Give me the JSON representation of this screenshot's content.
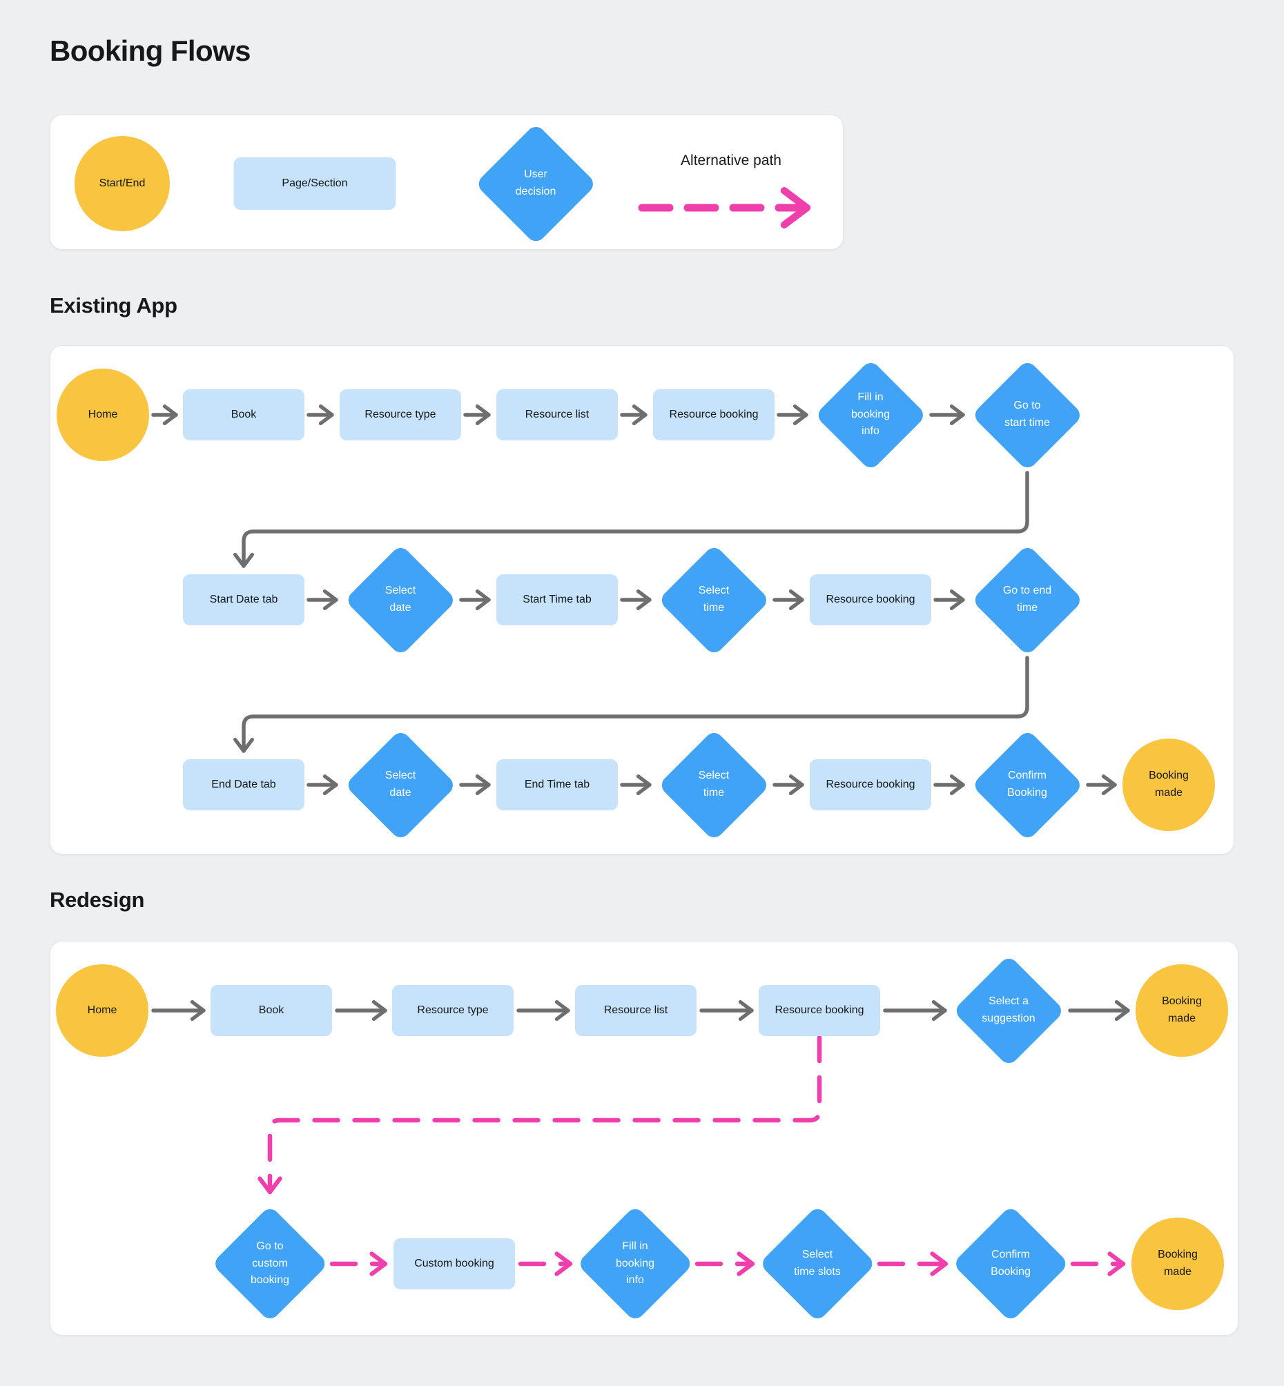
{
  "page": {
    "title": "Booking Flows"
  },
  "colors": {
    "background": "#EDEFF1",
    "card": "#FFFFFF",
    "card_border": "#E4E6E9",
    "box_fill": "#C6E3FB",
    "diamond_fill": "#41A3F6",
    "circle_fill": "#F9C440",
    "arrow_gray": "#6E6E6E",
    "alt_pink": "#EF3FAC",
    "text_dark": "#17181A",
    "text_light": "#FFFFFF"
  },
  "legend": {
    "start_end": "Start/End",
    "page_section": "Page/Section",
    "user_decision": "User\ndecision",
    "alt_path": "Alternative path"
  },
  "existing": {
    "heading": "Existing App",
    "nodes": {
      "home": "Home",
      "book": "Book",
      "resource_type": "Resource type",
      "resource_list": "Resource list",
      "resource_booking_1": "Resource booking",
      "fill_in_booking_info": "Fill in\nbooking\ninfo",
      "go_to_start_time": "Go to\nstart time",
      "start_date_tab": "Start Date tab",
      "select_date_1": "Select\ndate",
      "start_time_tab": "Start Time tab",
      "select_time_1": "Select\ntime",
      "resource_booking_2": "Resource booking",
      "go_to_end_time": "Go to end\ntime",
      "end_date_tab": "End Date tab",
      "select_date_2": "Select\ndate",
      "end_time_tab": "End Time tab",
      "select_time_2": "Select\ntime",
      "resource_booking_3": "Resource booking",
      "confirm_booking": "Confirm\nBooking",
      "booking_made": "Booking\nmade"
    }
  },
  "redesign": {
    "heading": "Redesign",
    "nodes": {
      "home": "Home",
      "book": "Book",
      "resource_type": "Resource type",
      "resource_list": "Resource list",
      "resource_booking": "Resource booking",
      "select_a_suggestion": "Select a\nsuggestion",
      "booking_made_1": "Booking\nmade",
      "go_to_custom_booking": "Go to\ncustom\nbooking",
      "custom_booking": "Custom booking",
      "fill_in_booking_info": "Fill in\nbooking\ninfo",
      "select_time_slots": "Select\ntime slots",
      "confirm_booking": "Confirm\nBooking",
      "booking_made_2": "Booking\nmade"
    }
  }
}
